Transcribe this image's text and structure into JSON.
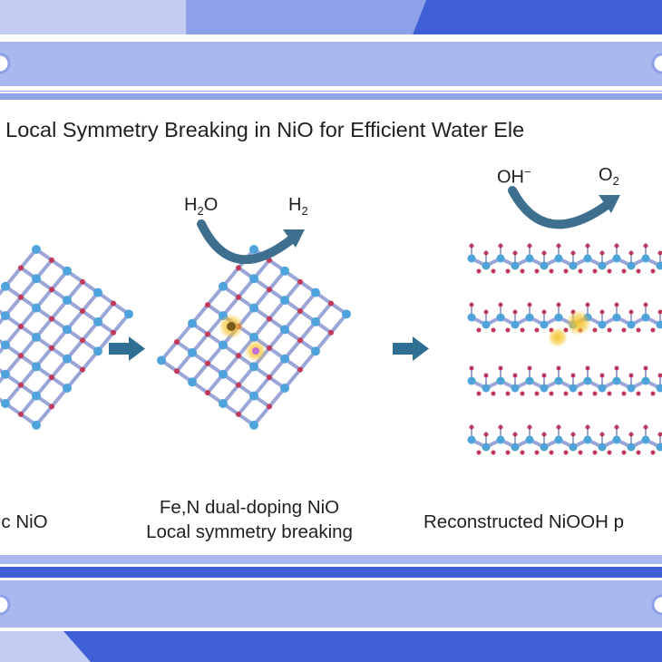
{
  "title": "ng-Induced Local Symmetry Breaking in NiO for Efficient Water Ele",
  "panels": [
    {
      "caption_lines": [
        "ric NiO"
      ]
    },
    {
      "caption_lines": [
        "Fe,N dual-doping NiO",
        "Local symmetry breaking"
      ],
      "reaction": {
        "reactant": "H",
        "reactant_sub": "2",
        "reactant_tail": "O",
        "product": "H",
        "product_sub": "2"
      }
    },
    {
      "caption_lines": [
        "Reconstructed NiOOH p"
      ],
      "reaction": {
        "reactant": "OH",
        "reactant_sup": "−",
        "product": "O",
        "product_sub": "2"
      }
    }
  ],
  "colors": {
    "banner_blue": "#3f5fd6",
    "banner_light": "#a9b8ee",
    "ni_atom": "#4fa3dc",
    "o_atom": "#c23a5a",
    "bond": "#9aa6d8",
    "dopant_glow": "#f5c531",
    "arrow": "#2e6f93"
  },
  "icons": [
    "process-arrow-icon",
    "curved-reaction-arrow-icon"
  ]
}
